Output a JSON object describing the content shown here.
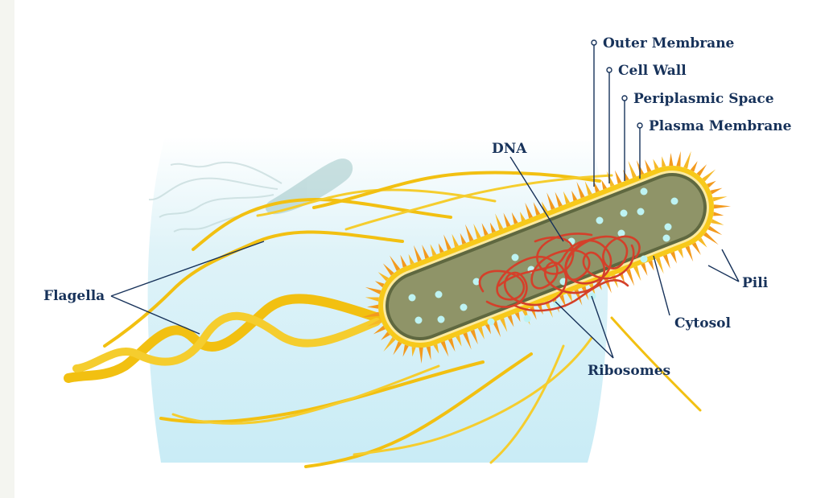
{
  "diagram": {
    "labels": {
      "outer_membrane": "Outer Membrane",
      "cell_wall": "Cell Wall",
      "periplasmic_space": "Periplasmic Space",
      "plasma_membrane": "Plasma Membrane",
      "dna": "DNA",
      "flagella": "Flagella",
      "pili": "Pili",
      "cytosol": "Cytosol",
      "ribosomes": "Ribosomes"
    },
    "colors": {
      "label_text": "#17325a",
      "leader_line": "#17325a",
      "background_glow": "#d4f0f8",
      "flagella": "#f2c011",
      "pili": "#f39a1e",
      "outer_membrane": "#f7c91a",
      "periplasm": "#fbeaa0",
      "cell_wall": "#5f6840",
      "cytosol": "#8f9468",
      "dna": "#d4402a",
      "ribosome": "#bdf3f3",
      "ghost_bacterium": "#9ec6c6"
    }
  }
}
